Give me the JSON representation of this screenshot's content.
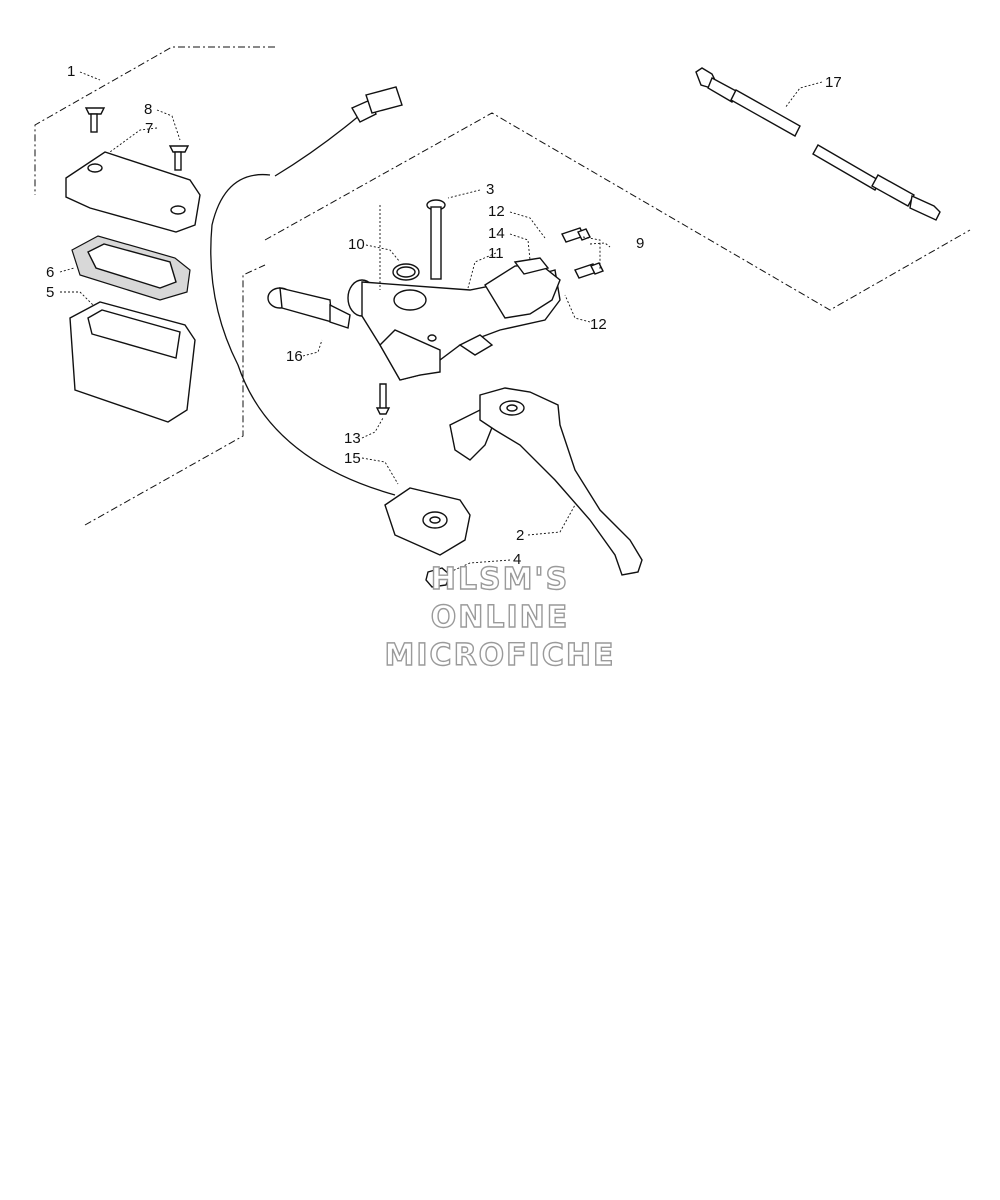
{
  "callouts": {
    "c1": "1",
    "c2": "2",
    "c3": "3",
    "c4": "4",
    "c5": "5",
    "c6": "6",
    "c7": "7",
    "c8": "8",
    "c9": "9",
    "c10": "10",
    "c11": "11",
    "c12a": "12",
    "c12b": "12",
    "c13": "13",
    "c14": "14",
    "c15": "15",
    "c16": "16",
    "c17": "17"
  },
  "watermark": {
    "line1": "HLSM'S",
    "line2": "ONLINE",
    "line3": "MICROFICHE"
  }
}
